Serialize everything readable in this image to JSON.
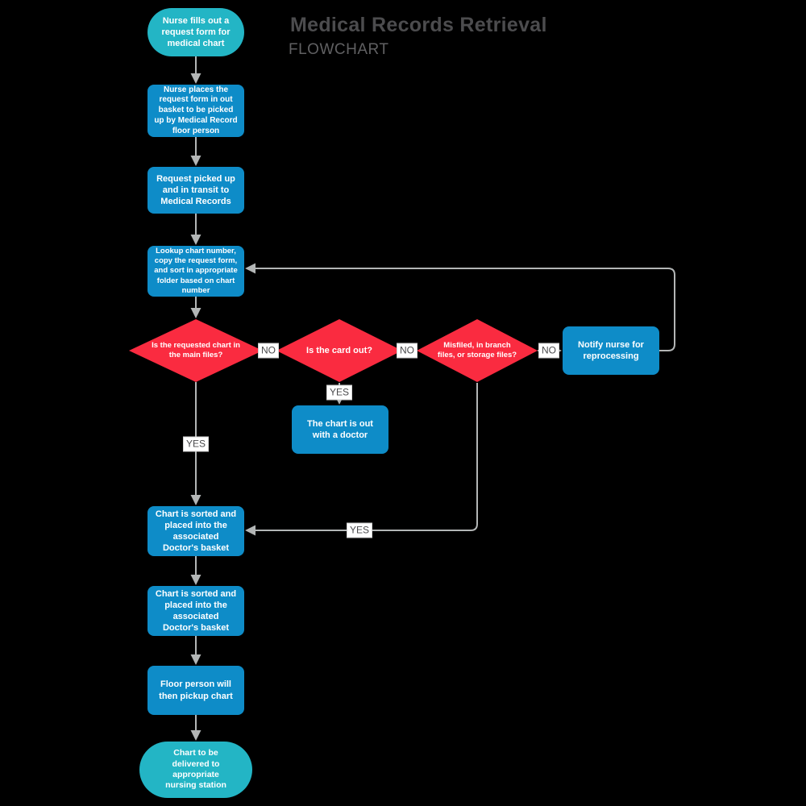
{
  "title": "Medical Records Retrieval",
  "subtitle": "FLOWCHART",
  "colors": {
    "background": "#000000",
    "terminal_fill": "#23b5c5",
    "process_fill": "#0e8cc8",
    "decision_fill": "#fa2b40",
    "node_text": "#ffffff",
    "connector": "#b3b6b6",
    "edge_label_text": "#4b4b4d",
    "edge_label_bg": "#ffffff",
    "title_text": "#4c4c4e",
    "subtitle_text": "#606062"
  },
  "nodes": [
    {
      "id": "start",
      "type": "terminal",
      "label": "Nurse fills out a request form for medical chart"
    },
    {
      "id": "place-form",
      "type": "process",
      "label": "Nurse places the request form in out basket to be picked up by Medical Record floor person"
    },
    {
      "id": "in-transit",
      "type": "process",
      "label": "Request picked up and in transit to Medical Records"
    },
    {
      "id": "lookup",
      "type": "process",
      "label": "Lookup chart number, copy the request form, and sort in appropriate folder based on chart number"
    },
    {
      "id": "main-files",
      "type": "decision",
      "label": "Is the requested chart in the main files?"
    },
    {
      "id": "card-out",
      "type": "decision",
      "label": "Is the card out?"
    },
    {
      "id": "misfiled",
      "type": "decision",
      "label": "Misfiled, in branch files, or storage files?"
    },
    {
      "id": "notify-nurse",
      "type": "process",
      "label": "Notify nurse for reprocessing"
    },
    {
      "id": "chart-with-doctor",
      "type": "process",
      "label": "The chart is out with a doctor"
    },
    {
      "id": "sorted-basket-1",
      "type": "process",
      "label": "Chart is sorted and placed into the associated Doctor's basket"
    },
    {
      "id": "sorted-basket-2",
      "type": "process",
      "label": "Chart is sorted and placed into the associated Doctor's basket"
    },
    {
      "id": "floor-pickup",
      "type": "process",
      "label": "Floor person will then pickup chart"
    },
    {
      "id": "end",
      "type": "terminal",
      "label": "Chart to be delivered to appropriate nursing station"
    }
  ],
  "edge_labels": [
    {
      "id": "no-main-files",
      "text": "NO"
    },
    {
      "id": "no-card-out",
      "text": "NO"
    },
    {
      "id": "no-misfiled",
      "text": "NO"
    },
    {
      "id": "yes-card-out",
      "text": "YES"
    },
    {
      "id": "yes-main-files",
      "text": "YES"
    },
    {
      "id": "yes-misfiled",
      "text": "YES"
    }
  ]
}
